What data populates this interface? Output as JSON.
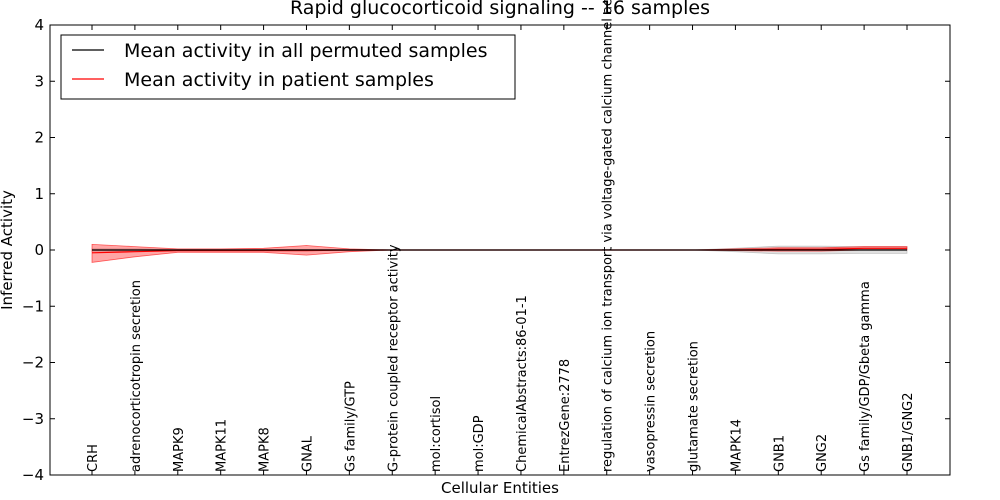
{
  "chart_data": {
    "type": "line",
    "title": "Rapid glucocorticoid signaling -- 16 samples",
    "xlabel": "Cellular Entities",
    "ylabel": "Inferred Activity",
    "ylim": [
      -4,
      4
    ],
    "yticks": [
      4,
      3,
      2,
      1,
      0,
      -1,
      -2,
      -3,
      -4
    ],
    "ytick_labels": [
      "4",
      "3",
      "2",
      "1",
      "0",
      "−1",
      "−2",
      "−3",
      "−4"
    ],
    "legend_position": "top-left",
    "grid": false,
    "categories": [
      "CRH",
      "adrenocorticotropin secretion",
      "MAPK9",
      "MAPK11",
      "MAPK8",
      "GNAL",
      "Gs family/GTP",
      "G-protein coupled receptor activity",
      "mol:cortisol",
      "mol:GDP",
      "ChemicalAbstracts:86-01-1",
      "EntrezGene:2778",
      "regulation of calcium ion transport via voltage-gated calcium channel activity",
      "vasopressin secretion",
      "glutamate secretion",
      "MAPK14",
      "GNB1",
      "GNG2",
      "Gs family/GDP/Gbeta gamma",
      "GNB1/GNG2"
    ],
    "series": [
      {
        "name": "Mean activity in all permuted samples",
        "color": "#000000",
        "values": [
          0.0,
          0.0,
          0.0,
          0.0,
          0.0,
          0.0,
          0.0,
          0.0,
          0.0,
          0.0,
          0.0,
          0.0,
          0.0,
          0.0,
          0.0,
          0.0,
          0.0,
          0.0,
          0.0,
          0.0
        ],
        "band_lower": [
          -0.02,
          -0.02,
          -0.01,
          -0.01,
          -0.01,
          -0.01,
          -0.01,
          0.0,
          0.0,
          0.0,
          0.0,
          0.0,
          0.0,
          0.0,
          0.0,
          -0.03,
          -0.07,
          -0.07,
          -0.06,
          -0.06
        ],
        "band_upper": [
          0.02,
          0.02,
          0.01,
          0.01,
          0.01,
          0.01,
          0.01,
          0.0,
          0.0,
          0.0,
          0.0,
          0.0,
          0.0,
          0.0,
          0.0,
          0.03,
          0.07,
          0.07,
          0.06,
          0.06
        ],
        "band_color": "#dddddd"
      },
      {
        "name": "Mean activity in patient samples",
        "color": "#ff0000",
        "values": [
          -0.05,
          -0.03,
          -0.01,
          -0.01,
          -0.01,
          -0.01,
          0.0,
          0.0,
          0.0,
          0.0,
          0.0,
          0.0,
          0.0,
          0.0,
          0.0,
          0.0,
          0.01,
          0.01,
          0.03,
          0.03
        ],
        "band_lower": [
          -0.22,
          -0.12,
          -0.04,
          -0.04,
          -0.04,
          -0.09,
          -0.03,
          0.0,
          0.0,
          0.0,
          0.0,
          0.0,
          0.0,
          0.0,
          0.0,
          -0.01,
          -0.02,
          -0.02,
          0.0,
          0.0
        ],
        "band_upper": [
          0.1,
          0.06,
          0.02,
          0.02,
          0.03,
          0.08,
          0.02,
          0.0,
          0.0,
          0.0,
          0.0,
          0.0,
          0.0,
          0.0,
          0.0,
          0.02,
          0.04,
          0.04,
          0.06,
          0.06
        ],
        "band_color": "#ff0000"
      }
    ]
  }
}
